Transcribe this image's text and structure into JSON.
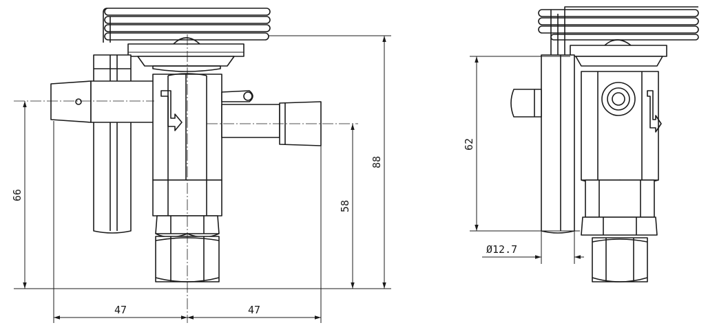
{
  "dimensions": {
    "left_height": "66",
    "right_height": "58",
    "total_height": "88",
    "left_width": "47",
    "right_width": "47",
    "side_height": "62",
    "bulb_diameter": "Ø12.7"
  },
  "colors": {
    "line": "#1a1a1a",
    "background": "#ffffff"
  },
  "icons": {
    "flow_arrow": "flow-direction-arrow-icon"
  }
}
